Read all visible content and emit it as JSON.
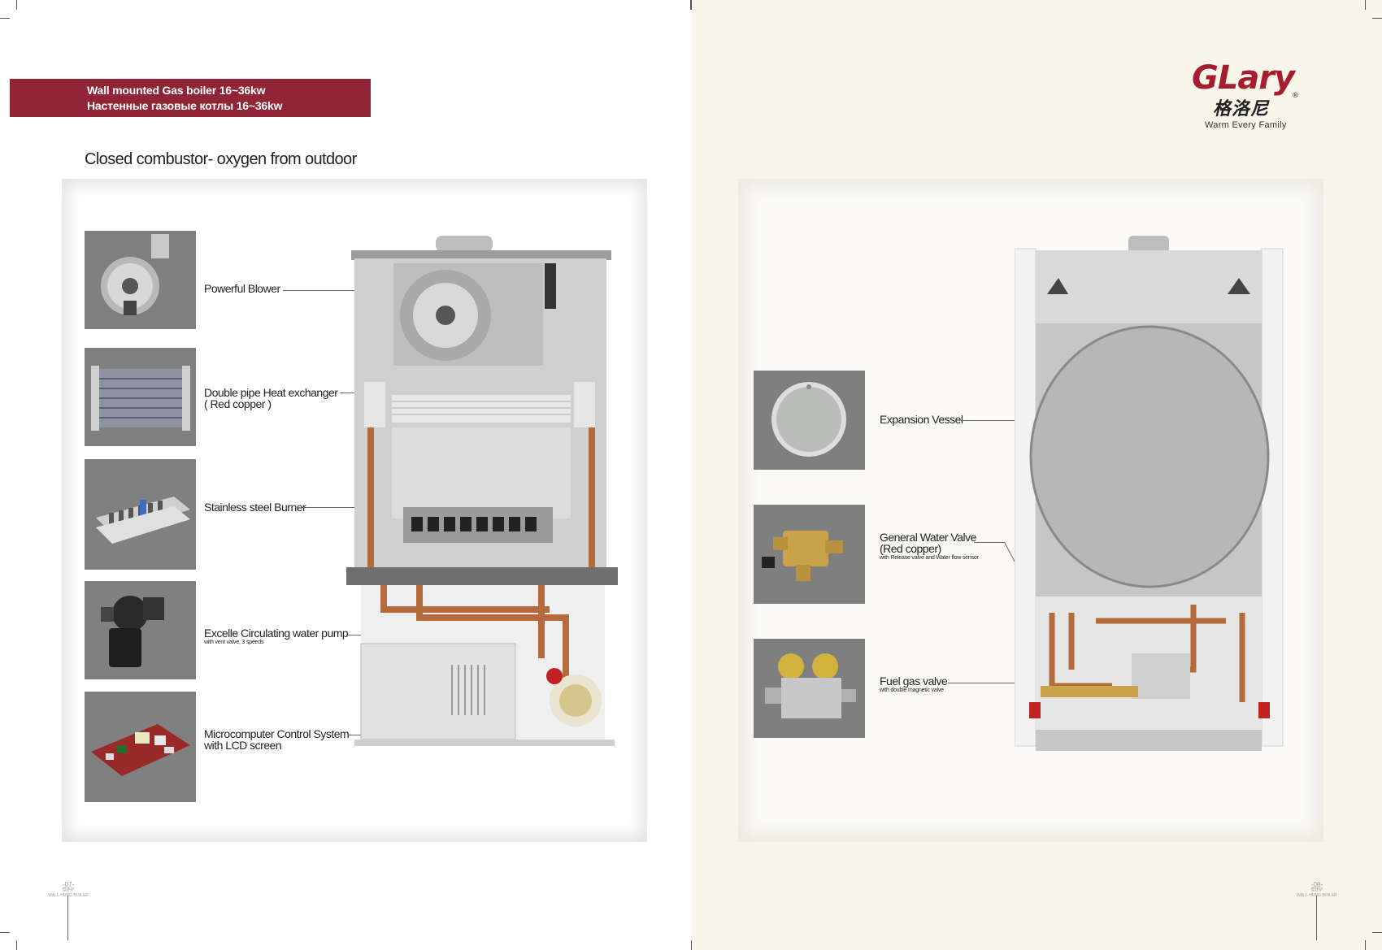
{
  "banner": {
    "line1": "Wall mounted Gas boiler 16~36kw",
    "line2": "Настенные газовые котлы 16~36kw"
  },
  "subtitle": "Closed combustor- oxygen from outdoor",
  "brand": {
    "name": "GLary",
    "chinese": "格洛尼",
    "registered": "®",
    "tagline": "Warm Every Family"
  },
  "left_components": [
    {
      "label": "Powerful Blower",
      "sub": ""
    },
    {
      "label": "Double pipe Heat exchanger",
      "label2": "( Red copper )",
      "sub": ""
    },
    {
      "label": "Stainless steel Burner",
      "sub": ""
    },
    {
      "label": "Excelle Circulating water pump",
      "sub": "with vent valve, 3 speeds"
    },
    {
      "label": "Microcomputer Control System",
      "label2": " with LCD screen",
      "sub": ""
    }
  ],
  "right_components": [
    {
      "label": "Expansion Vessel",
      "sub": ""
    },
    {
      "label": "General Water Valve",
      "label2": "(Red copper)",
      "sub": "with Release valve and Water flow sensor"
    },
    {
      "label": "Fuel gas valve",
      "sub": "with double magnetic valve"
    }
  ],
  "page_numbers": {
    "left": {
      "num": "-07-",
      "sub1": "壁挂炉",
      "sub2": "WALL-HUNG BOILER"
    },
    "right": {
      "num": "-08-",
      "sub1": "壁挂炉",
      "sub2": "WALL-HUNG BOILER"
    }
  },
  "colors": {
    "banner": "#8f2536",
    "brand_red": "#a61e2e",
    "right_bg": "#f8f5ea"
  }
}
